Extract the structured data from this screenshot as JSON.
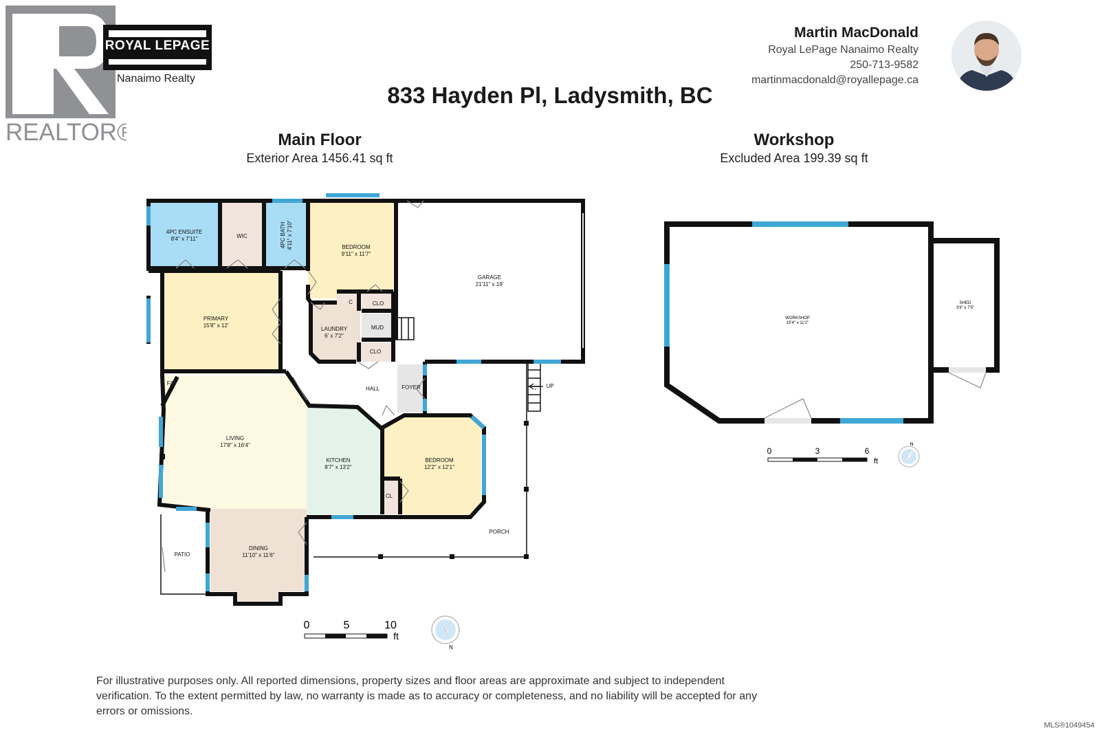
{
  "branding": {
    "realtor_wordmark": "REALTOR®",
    "brokerage_logo_text": "ROYAL LEPAGE",
    "brokerage_logo_sub": "Nanaimo Realty"
  },
  "agent": {
    "name": "Martin MacDonald",
    "brokerage": "Royal LePage Nanaimo Realty",
    "phone": "250-713-9582",
    "email": "martinmacdonald@royallepage.ca"
  },
  "title": "833 Hayden Pl, Ladysmith, BC",
  "main_floor": {
    "title": "Main Floor",
    "area": "Exterior Area 1456.41 sq ft",
    "rooms": {
      "ensuite": {
        "name": "4PC ENSUITE",
        "dim": "8'4\" x 7'11\""
      },
      "wic": {
        "name": "WIC"
      },
      "bath": {
        "name": "4PC BATH",
        "dim": "4'11\" x 7'10\""
      },
      "bedroom1": {
        "name": "BEDROOM",
        "dim": "9'11\" x 11'7\""
      },
      "garage": {
        "name": "GARAGE",
        "dim": "21'11\" x 19'"
      },
      "primary": {
        "name": "PRIMARY",
        "dim": "15'8\" x 12'"
      },
      "c": {
        "name": "C"
      },
      "clo1": {
        "name": "CLO"
      },
      "laundry": {
        "name": "LAUNDRY",
        "dim": "6' x 7'2\""
      },
      "mud": {
        "name": "MUD"
      },
      "clo2": {
        "name": "CLO"
      },
      "fp": {
        "name": "F/P"
      },
      "hall": {
        "name": "HALL"
      },
      "foyer": {
        "name": "FOYER"
      },
      "up": {
        "name": "UP"
      },
      "living": {
        "name": "LIVING",
        "dim": "17'8\" x 16'4\""
      },
      "kitchen": {
        "name": "KITCHEN",
        "dim": "8'7\" x 13'2\""
      },
      "bedroom2": {
        "name": "BEDROOM",
        "dim": "12'2\" x 12'1\""
      },
      "cl": {
        "name": "CL"
      },
      "porch": {
        "name": "PORCH"
      },
      "patio": {
        "name": "PATIO"
      },
      "dining": {
        "name": "DINING",
        "dim": "11'10\" x 11'6\""
      }
    },
    "scale": {
      "ticks": [
        "0",
        "5",
        "10"
      ],
      "unit": "ft"
    },
    "compass": "N"
  },
  "workshop": {
    "title": "Workshop",
    "area": "Excluded Area 199.39 sq ft",
    "rooms": {
      "workshop": {
        "name": "WORKSHOP",
        "dim": "15'4\" x 11'2\""
      },
      "shed": {
        "name": "SHED",
        "dim": "3'9\" x 7'5\""
      }
    },
    "scale": {
      "ticks": [
        "0",
        "3",
        "6"
      ],
      "unit": "ft"
    },
    "compass": "N"
  },
  "disclaimer": "For illustrative purposes only. All reported dimensions, property sizes and floor areas are approximate and subject to independent verification. To the extent permitted by law, no warranty is made as to accuracy or completeness, and no liability will be accepted for any errors or omissions.",
  "mls": "MLS®1049454",
  "colors": {
    "wall": "#111111",
    "window": "#3fa7d6",
    "bath": "#a9dcf5",
    "bedroom": "#fdf0c2",
    "living": "#fdf9e3",
    "kitchen": "#e3f3ea",
    "dining": "#efe1d3",
    "closet": "#f0e4dc",
    "utility": "#e6e6e6"
  }
}
